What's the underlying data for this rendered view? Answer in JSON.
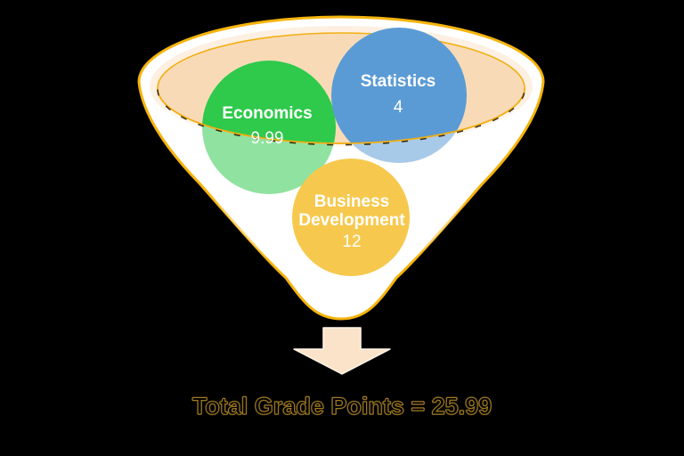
{
  "chart_data": {
    "type": "funnel",
    "title": "Total Grade Points = 25.99",
    "items": [
      {
        "label": "Economics",
        "lines": [
          "Economics"
        ],
        "value": 9.99,
        "color": "#2FC94C"
      },
      {
        "label": "Statistics",
        "lines": [
          "Statistics"
        ],
        "value": 4,
        "color": "#5B9BD5"
      },
      {
        "label": "Business Development",
        "lines": [
          "Business",
          "Development"
        ],
        "value": 12,
        "color": "#F6C94E"
      }
    ],
    "total": 25.99,
    "legend_position": "none",
    "grid": false
  },
  "caption": {
    "text": "Total Grade Points = 25.99"
  },
  "icons": {
    "down_arrow": "block-arrow-down"
  },
  "colors": {
    "background": "#000000",
    "funnel_fill": "#FFFFFF",
    "funnel_stroke": "#F5B40C",
    "liquid_fill": "#F8DBB6",
    "rim_line": "#F2AF14",
    "arrow_fill": "#FAE3C8",
    "economics_circle": "#2FC94C",
    "statistics_circle": "#5B9BD5",
    "business_development_circle": "#F6C94E",
    "circle_text": "#FFFFFF"
  }
}
